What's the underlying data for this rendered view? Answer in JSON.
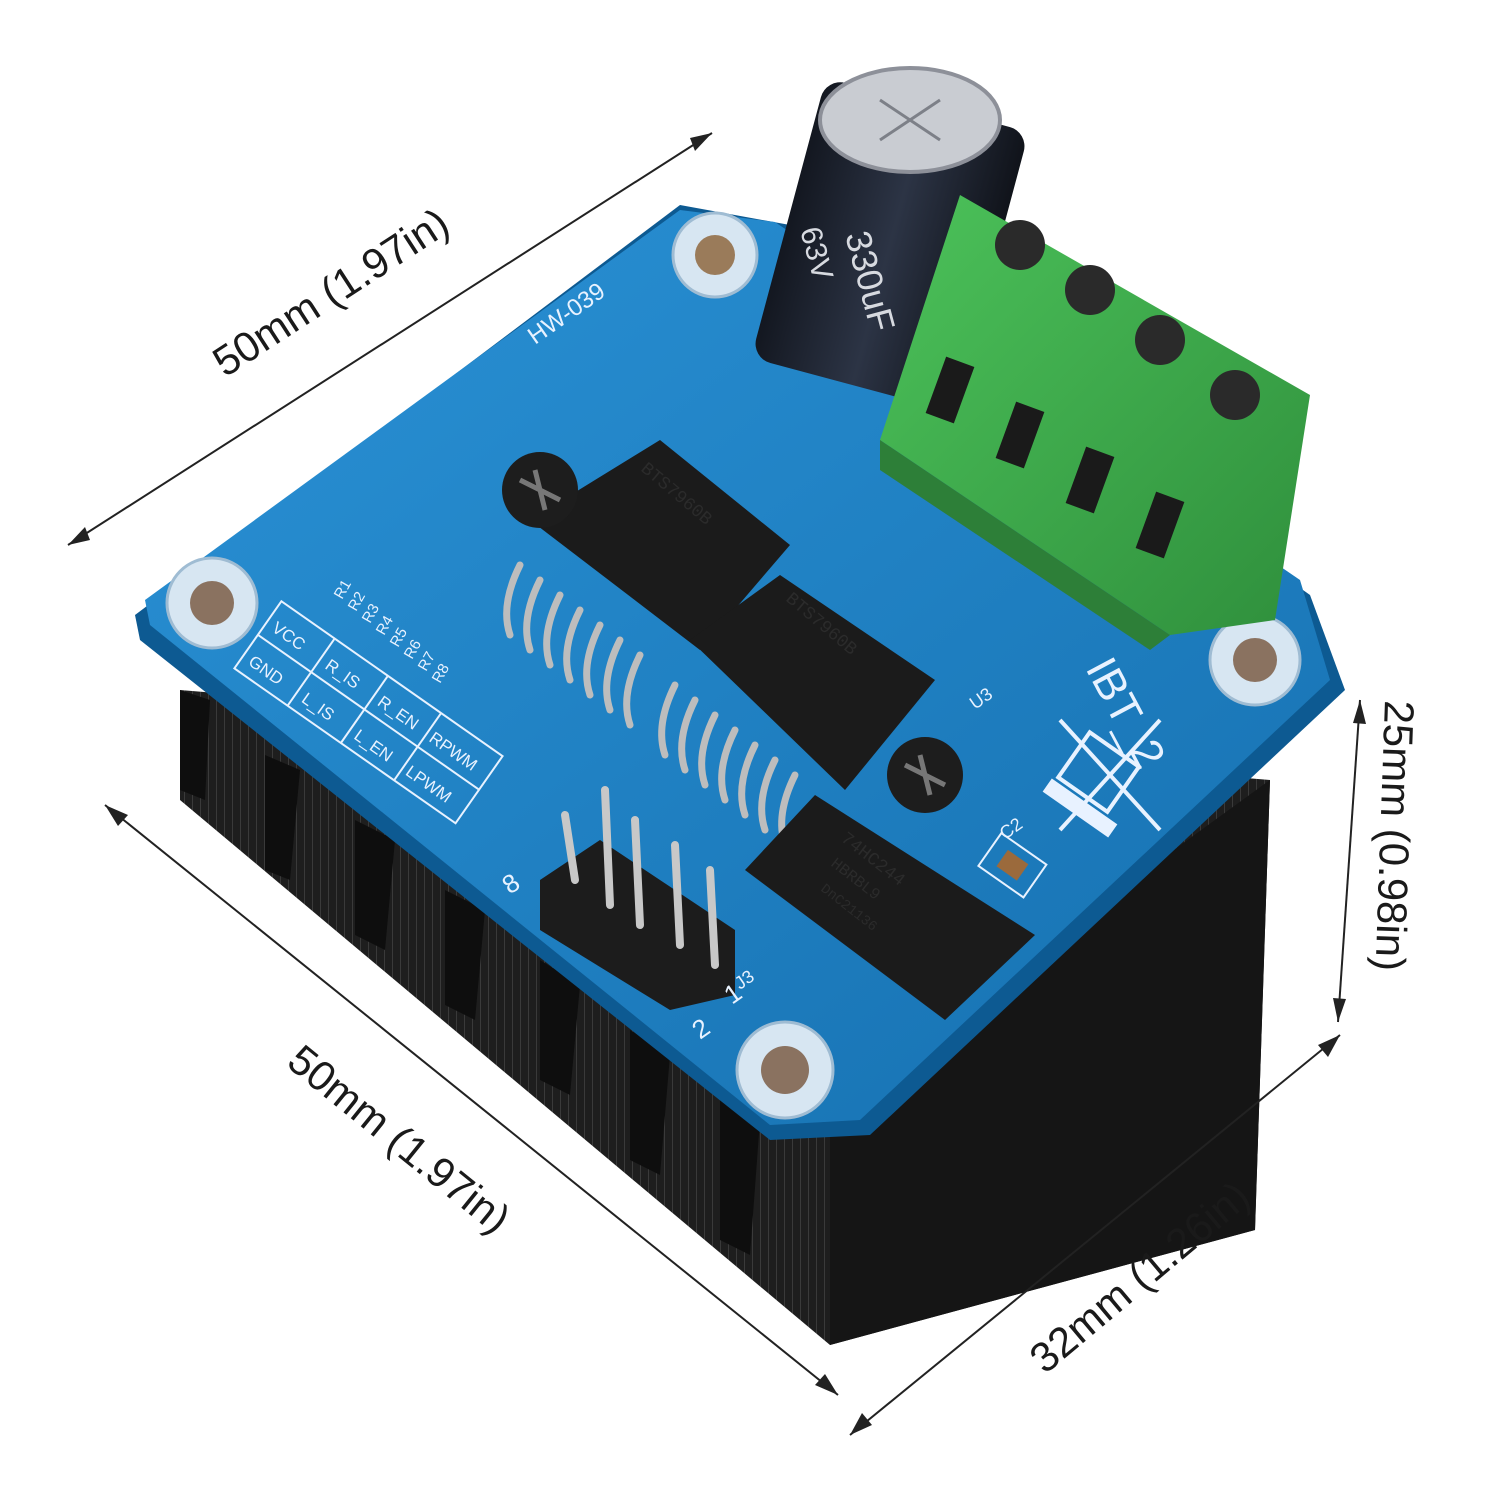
{
  "product": {
    "board_label": "HW-039",
    "board_name": "IBT_2",
    "capacitor_label": "330uF",
    "capacitor_voltage": "63V",
    "driver_chip_1": "BTS7960B",
    "driver_chip_2": "BTS7960B",
    "logic_chip": "74HC244",
    "logic_chip_sub": "HBRBL9",
    "logic_chip_code": "DnC21136",
    "u3_label": "U3",
    "c2_label": "C2",
    "j3_label": "J3",
    "pin_1": "1",
    "pin_2": "2",
    "pin_8": "8",
    "resistor_labels": [
      "R1",
      "R2",
      "R3",
      "R4",
      "R5",
      "R6",
      "R7",
      "R8"
    ],
    "pin_labels": {
      "vcc": "VCC",
      "gnd": "GND",
      "r_is": "R_IS",
      "l_is": "L_IS",
      "r_en": "R_EN",
      "l_en": "L_EN",
      "rpwm": "RPWM",
      "lpwm": "LPWM"
    }
  },
  "dimensions": {
    "top_length": "50mm (1.97in)",
    "bottom_length": "50mm (1.97in)",
    "width": "32mm (1.26in)",
    "height": "25mm (0.98in)"
  },
  "colors": {
    "pcb": "#1a7fc4",
    "pcb_edge": "#0d5a92",
    "terminal": "#3aa64a",
    "heatsink": "#1c1c1c",
    "capacitor": "#1f2430"
  }
}
